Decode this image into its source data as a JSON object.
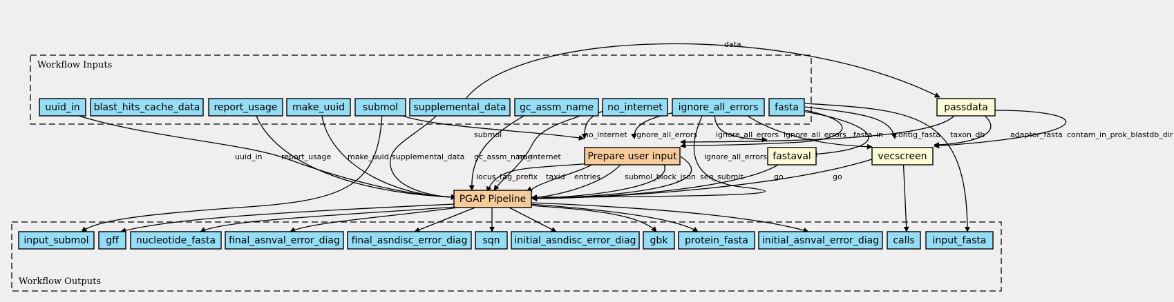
{
  "clusters": {
    "inputs": {
      "label": "Workflow Inputs"
    },
    "outputs": {
      "label": "Workflow Outputs"
    }
  },
  "colors": {
    "io_fill": "#94ddf4",
    "step_fill": "#f7cb9a",
    "tool_fill": "#fdfcd7",
    "background": "#efefef"
  },
  "nodes": {
    "uuid_in": "uuid_in",
    "blast_hits_cache_data": "blast_hits_cache_data",
    "report_usage": "report_usage",
    "make_uuid": "make_uuid",
    "submol": "submol",
    "supplemental_data": "supplemental_data",
    "gc_assm_name": "gc_assm_name",
    "no_internet": "no_internet",
    "ignore_all_errors": "ignore_all_errors",
    "fasta": "fasta",
    "passdata": "passdata",
    "prepare_user_input": "Prepare user input",
    "fastaval": "fastaval",
    "vecscreen": "vecscreen",
    "pgap_pipeline": "PGAP Pipeline",
    "input_submol": "input_submol",
    "gff": "gff",
    "nucleotide_fasta": "nucleotide_fasta",
    "final_asnval_error_diag": "final_asnval_error_diag",
    "final_asndisc_error_diag": "final_asndisc_error_diag",
    "sqn": "sqn",
    "initial_asndisc_error_diag": "initial_asndisc_error_diag",
    "gbk": "gbk",
    "protein_fasta": "protein_fasta",
    "initial_asnval_error_diag": "initial_asnval_error_diag",
    "calls": "calls",
    "input_fasta": "input_fasta"
  },
  "edge_labels": {
    "data": "data",
    "uuid_in": "uuid_in",
    "report_usage": "report_usage",
    "make_uuid": "make_uuid",
    "supplemental_data": "supplemental_data",
    "gc_assm_name": "gc_assm_name",
    "no_internet_pgap": "no_internet",
    "submol": "submol",
    "no_internet_prep": "no_internet",
    "ignore_all_errors_prep": "ignore_all_errors",
    "ignore_all_errors_fv": "ignore_all_errors",
    "ignore_all_errors_vs": "ignore_all_errors",
    "ignore_all_errors_pgap": "ignore_all_errors",
    "fasta_prep": "fasta",
    "in": "in",
    "contig_fasta": "contig_fasta",
    "taxon_db": "taxon_db",
    "adaptor_fasta": "adaptor_fasta",
    "contam_in_prok_blastdb_dir": "contam_in_prok_blastdb_dir",
    "locus_tag_prefix": "locus_tag_prefix",
    "taxid": "taxid",
    "entries": "entries",
    "submol_block_json": "submol_block_json",
    "seq_submit": "seq_submit",
    "go_fastaval": "go",
    "go_vecscreen": "go"
  }
}
